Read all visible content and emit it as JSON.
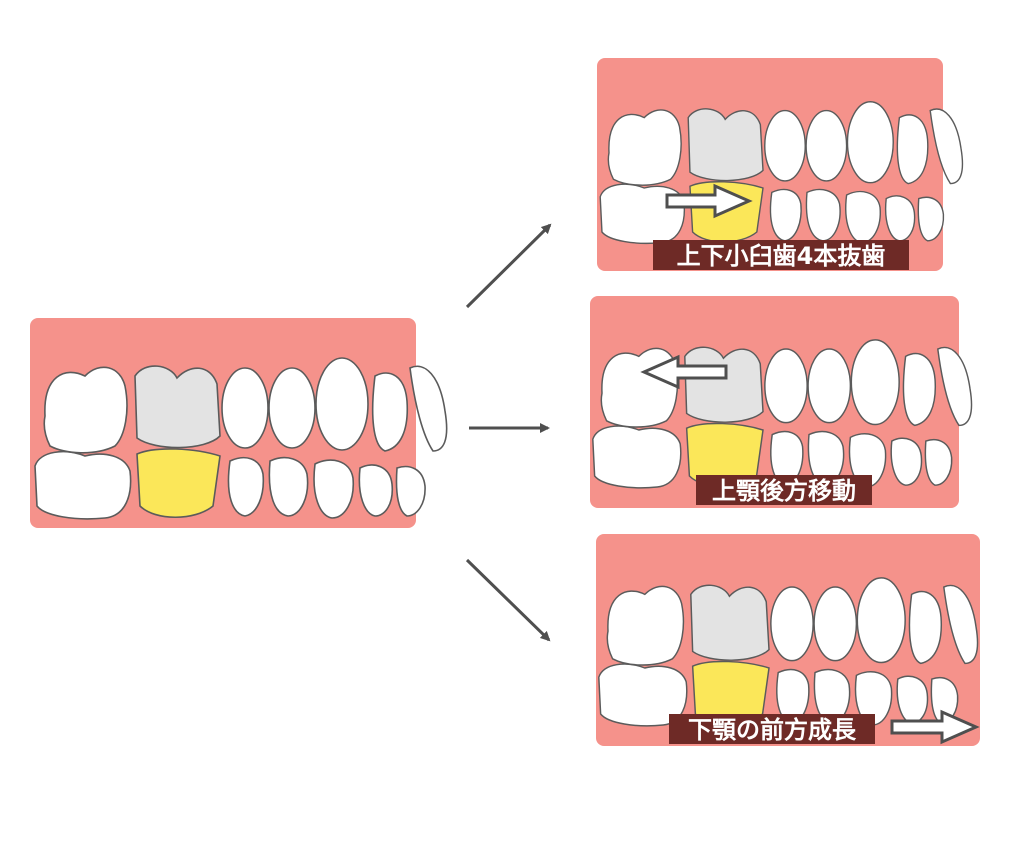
{
  "colors": {
    "gum": "#f5928b",
    "tooth_fill": "#ffffff",
    "tooth_stroke": "#5b5b5b",
    "upper_highlight": "#e3e3e3",
    "lower_highlight": "#fbe759",
    "caption_bg": "#6e2a26",
    "arrow": "#4f4f4f"
  },
  "panels": {
    "original": {
      "name": "original-bite"
    },
    "top": {
      "caption": "上下小臼歯4本抜歯",
      "arrow_direction": "right"
    },
    "middle": {
      "caption": "上顎後方移動",
      "arrow_direction": "left"
    },
    "bottom": {
      "caption": "下顎の前方成長",
      "arrow_direction": "right"
    }
  }
}
